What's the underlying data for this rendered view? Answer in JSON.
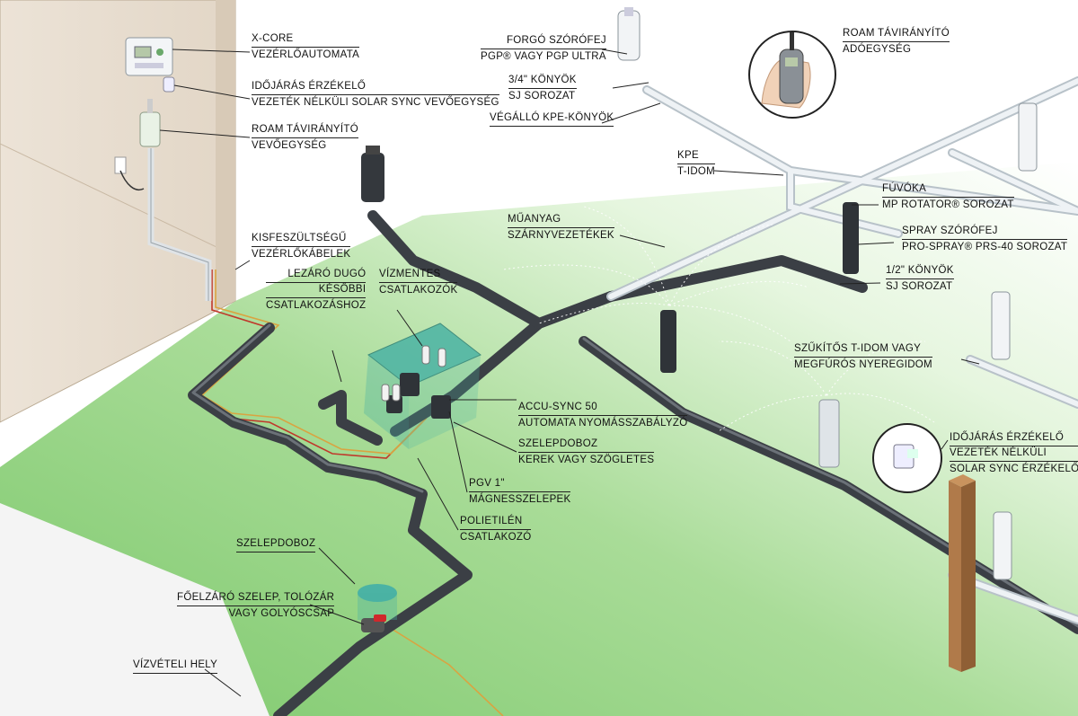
{
  "colors": {
    "lawn": "#8fd27e",
    "lawn_light": "#d9f2cf",
    "wall": "#e9dfd2",
    "wall_dark": "#d9cbb8",
    "pavement": "#e6e6e6",
    "pipe_dark": "#3b3f45",
    "pipe_light": "#e9eef2",
    "cable_red": "#c0392b",
    "cable_orange": "#d9a441",
    "valve_box": "#4bb3a4",
    "post": "#b07a4a"
  },
  "labels": {
    "xcore": {
      "line1": "X-CORE",
      "line2": "VEZÉRLŐAUTOMATA"
    },
    "weather_receiver": {
      "line1": "IDŐJÁRÁS ÉRZÉKELŐ",
      "line2": "VEZETÉK NÉLKÜLI SOLAR SYNC VEVŐEGYSÉG"
    },
    "roam_receiver": {
      "line1": "ROAM TÁVIRÁNYÍTÓ",
      "line2": "VEVŐEGYSÉG"
    },
    "low_voltage": {
      "line1": "KISFESZÜLTSÉGŰ",
      "line2": "VEZÉRLŐKÁBELEK"
    },
    "plug": {
      "line1": "LEZÁRÓ DUGÓ",
      "line2": "KÉSŐBBI",
      "line3": "CSATLAKOZÁSHOZ"
    },
    "waterproof": {
      "line1": "VÍZMENTES",
      "line2": "CSATLAKOZÓK"
    },
    "rotor": {
      "line1": "FORGÓ SZÓRÓFEJ",
      "line2": "PGP® VAGY PGP ULTRA"
    },
    "elbow_34": {
      "line1": "3/4\" KÖNYÖK",
      "line2": "SJ SOROZAT"
    },
    "end_elbow": {
      "line1": "VÉGÁLLÓ KPE-KÖNYÖK"
    },
    "roam_transmitter": {
      "line1": "ROAM TÁVIRÁNYÍTÓ",
      "line2": "ADÓEGYSÉG"
    },
    "kpe_tee": {
      "line1": "KPE",
      "line2": "T-IDOM"
    },
    "nozzle": {
      "line1": "FÚVÓKA",
      "line2": "MP ROTATOR® SOROZAT"
    },
    "lateral": {
      "line1": "MŰANYAG",
      "line2": "SZÁRNYVEZETÉKEK"
    },
    "spray": {
      "line1": "SPRAY SZÓRÓFEJ",
      "line2": "PRO-SPRAY® PRS-40 SOROZAT"
    },
    "elbow_12": {
      "line1": "1/2\" KÖNYÖK",
      "line2": "SJ SOROZAT"
    },
    "reducing_tee": {
      "line1": "SZŰKÍTŐS T-IDOM VAGY",
      "line2": "MEGFÚRÓS NYEREGIDOM"
    },
    "accu_sync": {
      "line1": "ACCU-SYNC 50",
      "line2": "AUTOMATA NYOMÁSSZABÁLYZÓ"
    },
    "valve_box_round": {
      "line1": "SZELEPDOBOZ",
      "line2": "KEREK VAGY SZÖGLETES"
    },
    "pgv": {
      "line1": "PGV 1\"",
      "line2": "MÁGNESSZELEPEK"
    },
    "poly": {
      "line1": "POLIETILÉN",
      "line2": "CSATLAKOZÓ"
    },
    "weather_sensor": {
      "line1": "IDŐJÁRÁS ÉRZÉKELŐ",
      "line2": "VEZETÉK NÉLKÜLI",
      "line3": "SOLAR SYNC ÉRZÉKELŐ"
    },
    "valve_box_small": {
      "line1": "SZELEPDOBOZ"
    },
    "main_valve": {
      "line1": "FŐELZÁRÓ SZELEP, TOLÓZÁR",
      "line2": "VAGY GOLYÓSCSAP"
    },
    "water_source": {
      "line1": "VÍZVÉTELI HELY"
    }
  }
}
